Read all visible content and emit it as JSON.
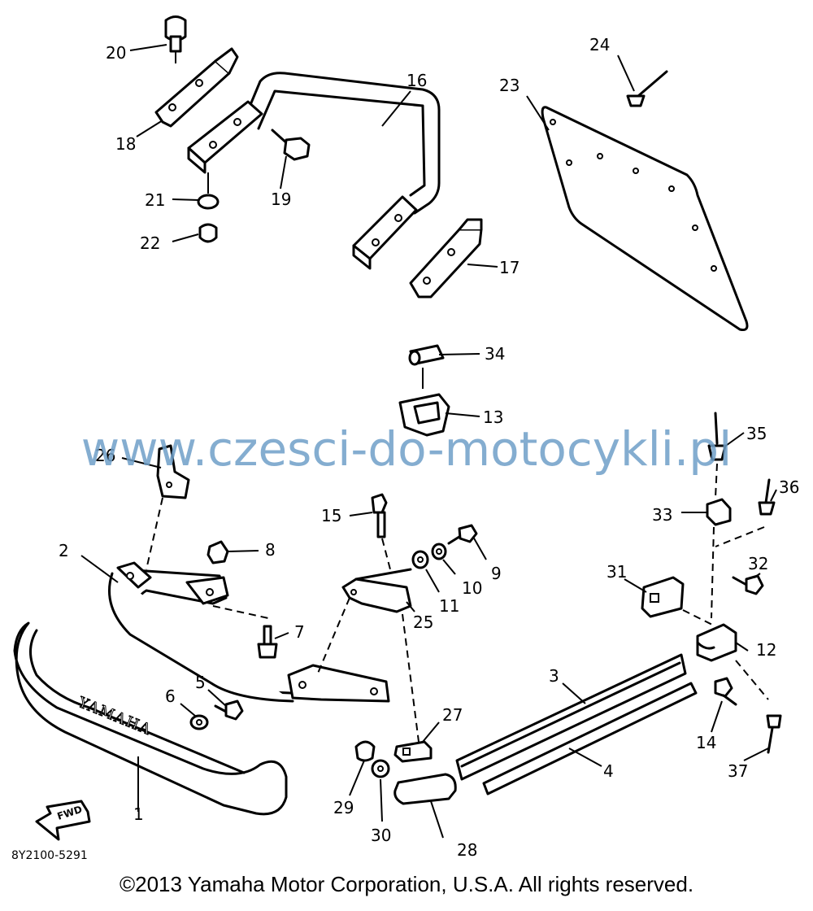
{
  "diagram": {
    "code": "8Y2100-5291",
    "copyright": "©2013 Yamaha Motor Corporation, U.S.A. All rights reserved.",
    "watermark": "www.czesci-do-motocykli.pl",
    "emblem_text": "YAMAHA",
    "fwd_label": "FWD",
    "callouts": [
      "1",
      "2",
      "3",
      "4",
      "5",
      "6",
      "7",
      "8",
      "9",
      "10",
      "11",
      "12",
      "13",
      "14",
      "15",
      "16",
      "17",
      "18",
      "19",
      "20",
      "21",
      "22",
      "23",
      "24",
      "25",
      "26",
      "27",
      "28",
      "29",
      "30",
      "31",
      "32",
      "33",
      "34",
      "35",
      "36",
      "37"
    ]
  }
}
